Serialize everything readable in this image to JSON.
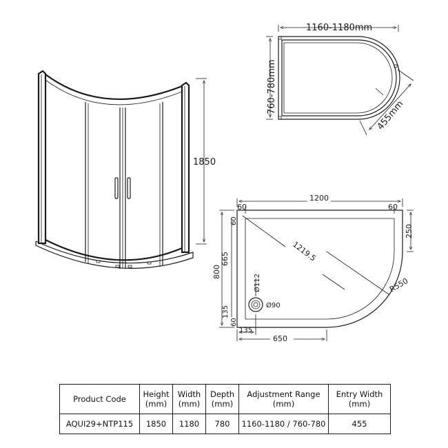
{
  "enclosure": {
    "height_label": "1850"
  },
  "plan": {
    "width_label": "1160-1180mm",
    "depth_label": "760-780mm",
    "entry_label": "455mm"
  },
  "tray": {
    "length_label": "1200",
    "left_margin_label": "60",
    "right_margin_label": "60",
    "top_margin_label": "60",
    "flat_depth_label": "250",
    "depth_label": "800",
    "inner_depth_label": "665",
    "waste_offset_label": "135",
    "bottom_margin_label": "60",
    "waste_x_label": "135",
    "width_label": "650",
    "diagonal_label": "1219.5",
    "radius_label": "R550",
    "waste_diameter_label": "Ø90",
    "hole_diameter_label": "Ø112"
  },
  "table": {
    "headers": [
      "Product Code",
      "Height\n(mm)",
      "Width\n(mm)",
      "Depth\n(mm)",
      "Adjustment Range\n(mm)",
      "Entry Width\n(mm)"
    ],
    "rows": [
      [
        "AQUI29+NTP115",
        "1850",
        "1180",
        "780",
        "1160-1180 / 760-780",
        "455"
      ]
    ]
  }
}
